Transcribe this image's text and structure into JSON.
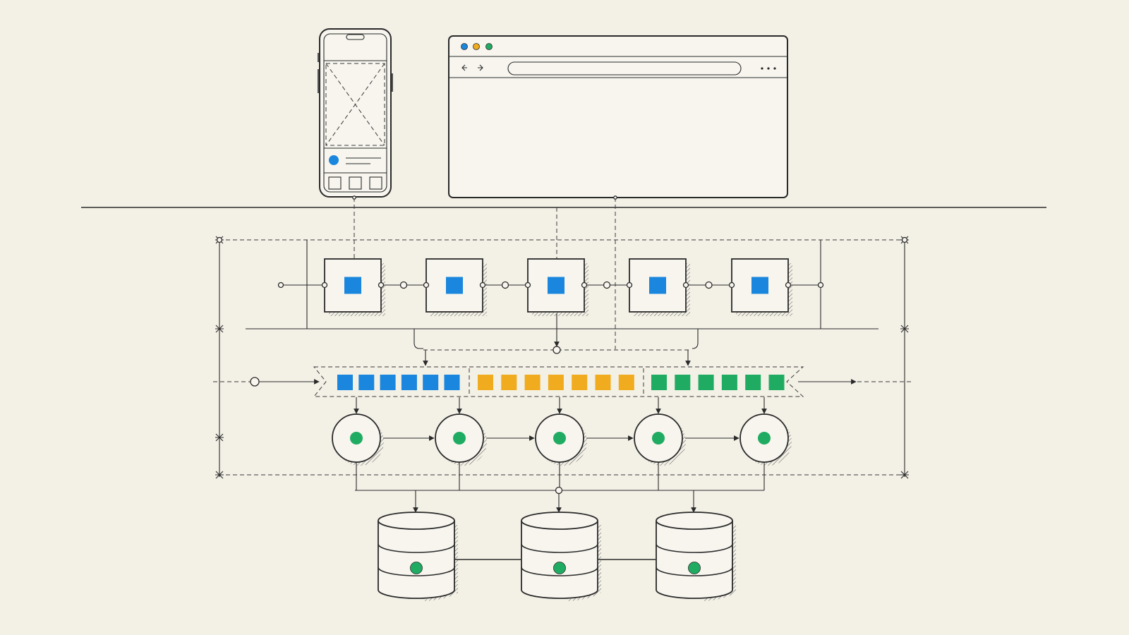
{
  "colors": {
    "background": "#f3f0e6",
    "ink": "#2a2a2a",
    "blue": "#1a86dd",
    "amber": "#f0ab1f",
    "green": "#1fac62",
    "dot_red": "#e0574f"
  },
  "clients": {
    "mobile": {
      "icon": "mobile-phone-wireframe-icon"
    },
    "browser": {
      "icon": "browser-window-icon",
      "window_dots": [
        "#1a86dd",
        "#f0ab1f",
        "#1fac62"
      ],
      "menu_glyph": "•••"
    }
  },
  "pipeline": {
    "stages": [
      {
        "color": "#1a86dd"
      },
      {
        "color": "#1a86dd"
      },
      {
        "color": "#1a86dd"
      },
      {
        "color": "#1a86dd"
      },
      {
        "color": "#1a86dd"
      }
    ]
  },
  "queue": {
    "segments": [
      {
        "color": "#1a86dd",
        "count": 6
      },
      {
        "color": "#f0ab1f",
        "count": 7
      },
      {
        "color": "#1fac62",
        "count": 6
      }
    ]
  },
  "workers": {
    "count": 5,
    "color": "#1fac62"
  },
  "databases": {
    "count": 3,
    "color": "#1fac62"
  }
}
